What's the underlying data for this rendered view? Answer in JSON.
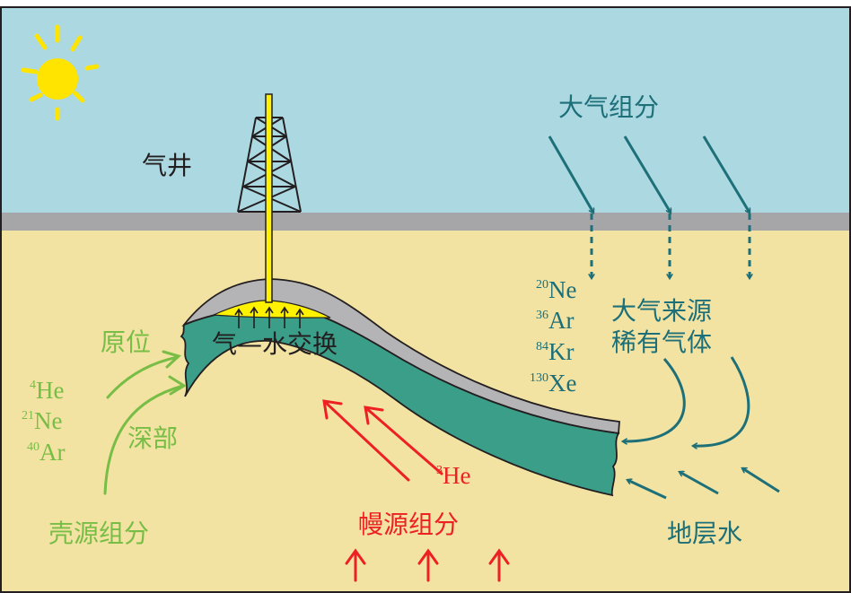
{
  "colors": {
    "sky": "#acd8e2",
    "ground": "#f3e3a3",
    "surface": "#a6a5a7",
    "aquifer": "#3a9e89",
    "caprock": "#b4b4b6",
    "gas": "#fff200",
    "sun": "#ffe400",
    "atmospheric": "#1d6f78",
    "crustal": "#78bd46",
    "mantle": "#ed2024",
    "derrick": "#231f20"
  },
  "labels": {
    "gas_well": "气井",
    "atmospheric_component": "大气组分",
    "atmospheric_source_line1": "大气来源",
    "atmospheric_source_line2": "稀有气体",
    "gas_water_exchange": "气—水交换",
    "in_situ": "原位",
    "deep": "深部",
    "crustal_component": "壳源组分",
    "mantle_component": "幔源组分",
    "formation_water": "地层水"
  },
  "isotopes": {
    "crustal": [
      {
        "mass": "4",
        "symbol": "He"
      },
      {
        "mass": "21",
        "symbol": "Ne"
      },
      {
        "mass": "40",
        "symbol": "Ar"
      }
    ],
    "atmospheric": [
      {
        "mass": "20",
        "symbol": "Ne"
      },
      {
        "mass": "36",
        "symbol": "Ar"
      },
      {
        "mass": "84",
        "symbol": "Kr"
      },
      {
        "mass": "130",
        "symbol": "Xe"
      }
    ],
    "mantle": {
      "mass": "3",
      "symbol": "He"
    }
  },
  "icons": {
    "sun": "sun-icon",
    "derrick": "drilling-derrick-icon"
  }
}
